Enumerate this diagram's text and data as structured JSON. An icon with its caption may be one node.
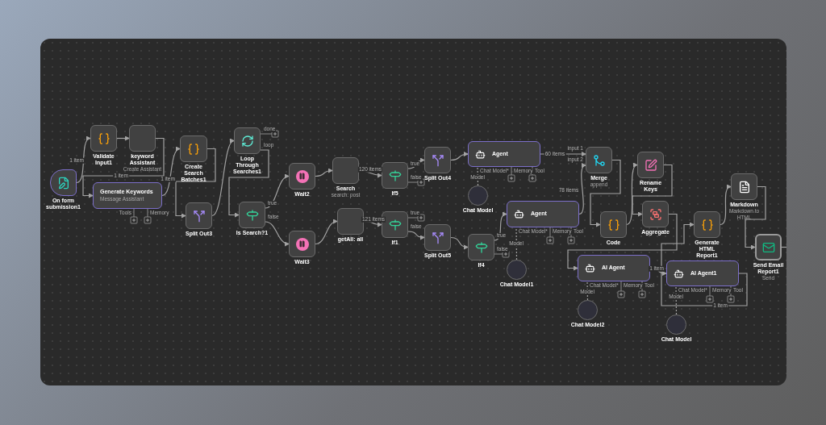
{
  "diagram": {
    "nodes": [
      {
        "text": [
          "On form submission1"
        ]
      },
      {
        "text": [
          "Validate Input1"
        ]
      },
      {
        "text": [
          "keyword Assistant",
          "Create Assistant"
        ]
      },
      {
        "text": [
          "Generate Keywords",
          "Message Assistant"
        ],
        "beside": [
          "Tools",
          "Memory"
        ]
      },
      {
        "text": [
          "Create Search Batches1"
        ]
      },
      {
        "text": [
          "Split Out3"
        ]
      },
      {
        "text": [
          "Loop Through Searches1"
        ],
        "beside": [
          "done",
          "loop"
        ]
      },
      {
        "text": [
          "Is Search?1"
        ],
        "beside": [
          "true",
          "false"
        ]
      },
      {
        "text": [
          "Wait2"
        ]
      },
      {
        "text": [
          "Wait3"
        ]
      },
      {
        "text": [
          "Search",
          "search: post"
        ]
      },
      {
        "text": [
          "getAll: all"
        ]
      },
      {
        "text": [
          "If5"
        ],
        "beside": [
          "true",
          "false"
        ]
      },
      {
        "text": [
          "If1"
        ],
        "beside": [
          "true",
          "false"
        ]
      },
      {
        "text": [
          "Split Out4"
        ]
      },
      {
        "text": [
          "Split Out5"
        ]
      },
      {
        "text": [
          "Agent"
        ],
        "beside": [
          "Chat Model*",
          "Memory",
          "Tool"
        ]
      },
      {
        "text": [
          "Chat Model"
        ]
      },
      {
        "text": [
          "If4"
        ],
        "beside": [
          "true",
          "false"
        ]
      },
      {
        "text": [
          "Agent"
        ],
        "beside": [
          "Chat Model*",
          "Memory",
          "Tool"
        ]
      },
      {
        "text": [
          "Chat Model1"
        ]
      },
      {
        "text": [
          "Merge",
          "append"
        ],
        "beside": [
          "input 1",
          "input 2"
        ]
      },
      {
        "text": [
          "Code"
        ]
      },
      {
        "text": [
          "Rename Keys"
        ]
      },
      {
        "text": [
          "Aggregate"
        ]
      },
      {
        "text": [
          "AI Agent"
        ],
        "beside": [
          "Chat Model*",
          "Memory",
          "Tool"
        ]
      },
      {
        "text": [
          "Chat Model2"
        ]
      },
      {
        "text": [
          "Generate HTML Report1"
        ]
      },
      {
        "text": [
          "AI Agent1"
        ],
        "beside": [
          "Chat Model*",
          "Memory",
          "Tool"
        ]
      },
      {
        "text": [
          "Chat Model"
        ]
      },
      {
        "text": [
          "Markdown",
          "Markdown to HTML"
        ]
      },
      {
        "text": [
          "Send Email Report1",
          "Send"
        ]
      }
    ],
    "edges": [
      {
        "from": 0,
        "to": 1,
        "arrow": "to",
        "label": "1 item"
      },
      {
        "from": 1,
        "to": 2,
        "arrow": "to"
      },
      {
        "from": 2,
        "to": 3,
        "arrow": "to",
        "label": "1 item"
      },
      {
        "from": 3,
        "to": 4,
        "arrow": "to",
        "label": "1 item"
      },
      {
        "from": 4,
        "to": 5,
        "arrow": "to"
      },
      {
        "from": 5,
        "to": 6,
        "arrow": "to"
      },
      {
        "from": 6,
        "to": 7,
        "arrow": "to"
      },
      {
        "from": 7,
        "to": 8,
        "arrow": "to"
      },
      {
        "from": 7,
        "to": 9,
        "arrow": "to"
      },
      {
        "from": 8,
        "to": 10,
        "arrow": "to"
      },
      {
        "from": 9,
        "to": 11,
        "arrow": "to"
      },
      {
        "from": 10,
        "to": 12,
        "arrow": "to",
        "label": "120 items"
      },
      {
        "from": 11,
        "to": 13,
        "arrow": "to",
        "label": "121 items"
      },
      {
        "from": 12,
        "to": 14,
        "arrow": "to"
      },
      {
        "from": 13,
        "to": 15,
        "arrow": "to"
      },
      {
        "from": 14,
        "to": 16,
        "arrow": "to"
      },
      {
        "from": 15,
        "to": 18,
        "arrow": "to"
      },
      {
        "from": 18,
        "to": 19,
        "arrow": "to"
      },
      {
        "from": 17,
        "to": 16,
        "arrow": "none",
        "style": "dashed",
        "label": "Model"
      },
      {
        "from": 20,
        "to": 19,
        "arrow": "none",
        "style": "dashed",
        "label": "Model"
      },
      {
        "from": 16,
        "to": 21,
        "arrow": "to",
        "label": "60 items"
      },
      {
        "from": 19,
        "to": 21,
        "arrow": "to",
        "label": "78 items"
      },
      {
        "from": 21,
        "to": 22,
        "arrow": "to"
      },
      {
        "from": 22,
        "to": 23,
        "arrow": "to"
      },
      {
        "from": 23,
        "to": 24,
        "arrow": "to"
      },
      {
        "from": 24,
        "to": 25,
        "arrow": "to"
      },
      {
        "from": 26,
        "to": 25,
        "arrow": "none",
        "style": "dashed",
        "label": "Model"
      },
      {
        "from": 25,
        "to": 28,
        "arrow": "to",
        "label": "1 item"
      },
      {
        "from": 29,
        "to": 28,
        "arrow": "none",
        "style": "dashed",
        "label": "Model"
      },
      {
        "from": 28,
        "to": 27,
        "arrow": "to",
        "label": "1 item"
      },
      {
        "from": 27,
        "to": 30,
        "arrow": "to"
      },
      {
        "from": 30,
        "to": 31,
        "arrow": "to"
      },
      {
        "from": 31,
        "to": null,
        "arrow": "none"
      }
    ]
  }
}
